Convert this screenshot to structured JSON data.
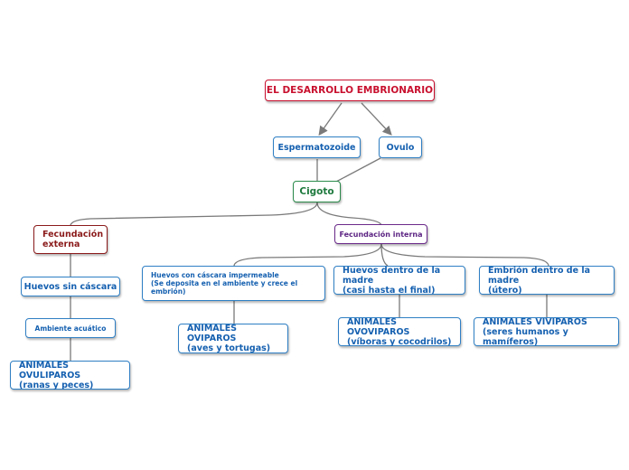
{
  "diagram": {
    "root": "EL DESARROLLO EMBRIONARIO",
    "espermatozoide": "Espermatozoide",
    "ovulo": "Ovulo",
    "cigoto": "Cigoto",
    "fecundacion_externa": "Fecundación\nexterna",
    "fecundacion_interna": "Fecundación interna",
    "huevos_sin_cascara": "Huevos sin cáscara",
    "ambiente_acuatico": "Ambiente acuático",
    "animales_oviliparos": "ANIMALES OVULIPAROS\n(ranas y peces)",
    "huevos_cascara": "Huevos con cáscara impermeable\n(Se deposita en el ambiente y crece el\nembrión)",
    "animales_oviparos": "ANIMALES OVIPAROS\n(aves y tortugas)",
    "huevos_dentro": "Huevos dentro de la madre\n(casi hasta el final)",
    "animales_ovoviviparos": "ANIMALES OVOVIPAROS\n(víboras y cocodrilos)",
    "embrion_dentro": "Embrión dentro de la madre\n(útero)",
    "animales_viviparos": "ANIMALES VIVIPAROS\n(seres humanos y mamíferos)"
  }
}
